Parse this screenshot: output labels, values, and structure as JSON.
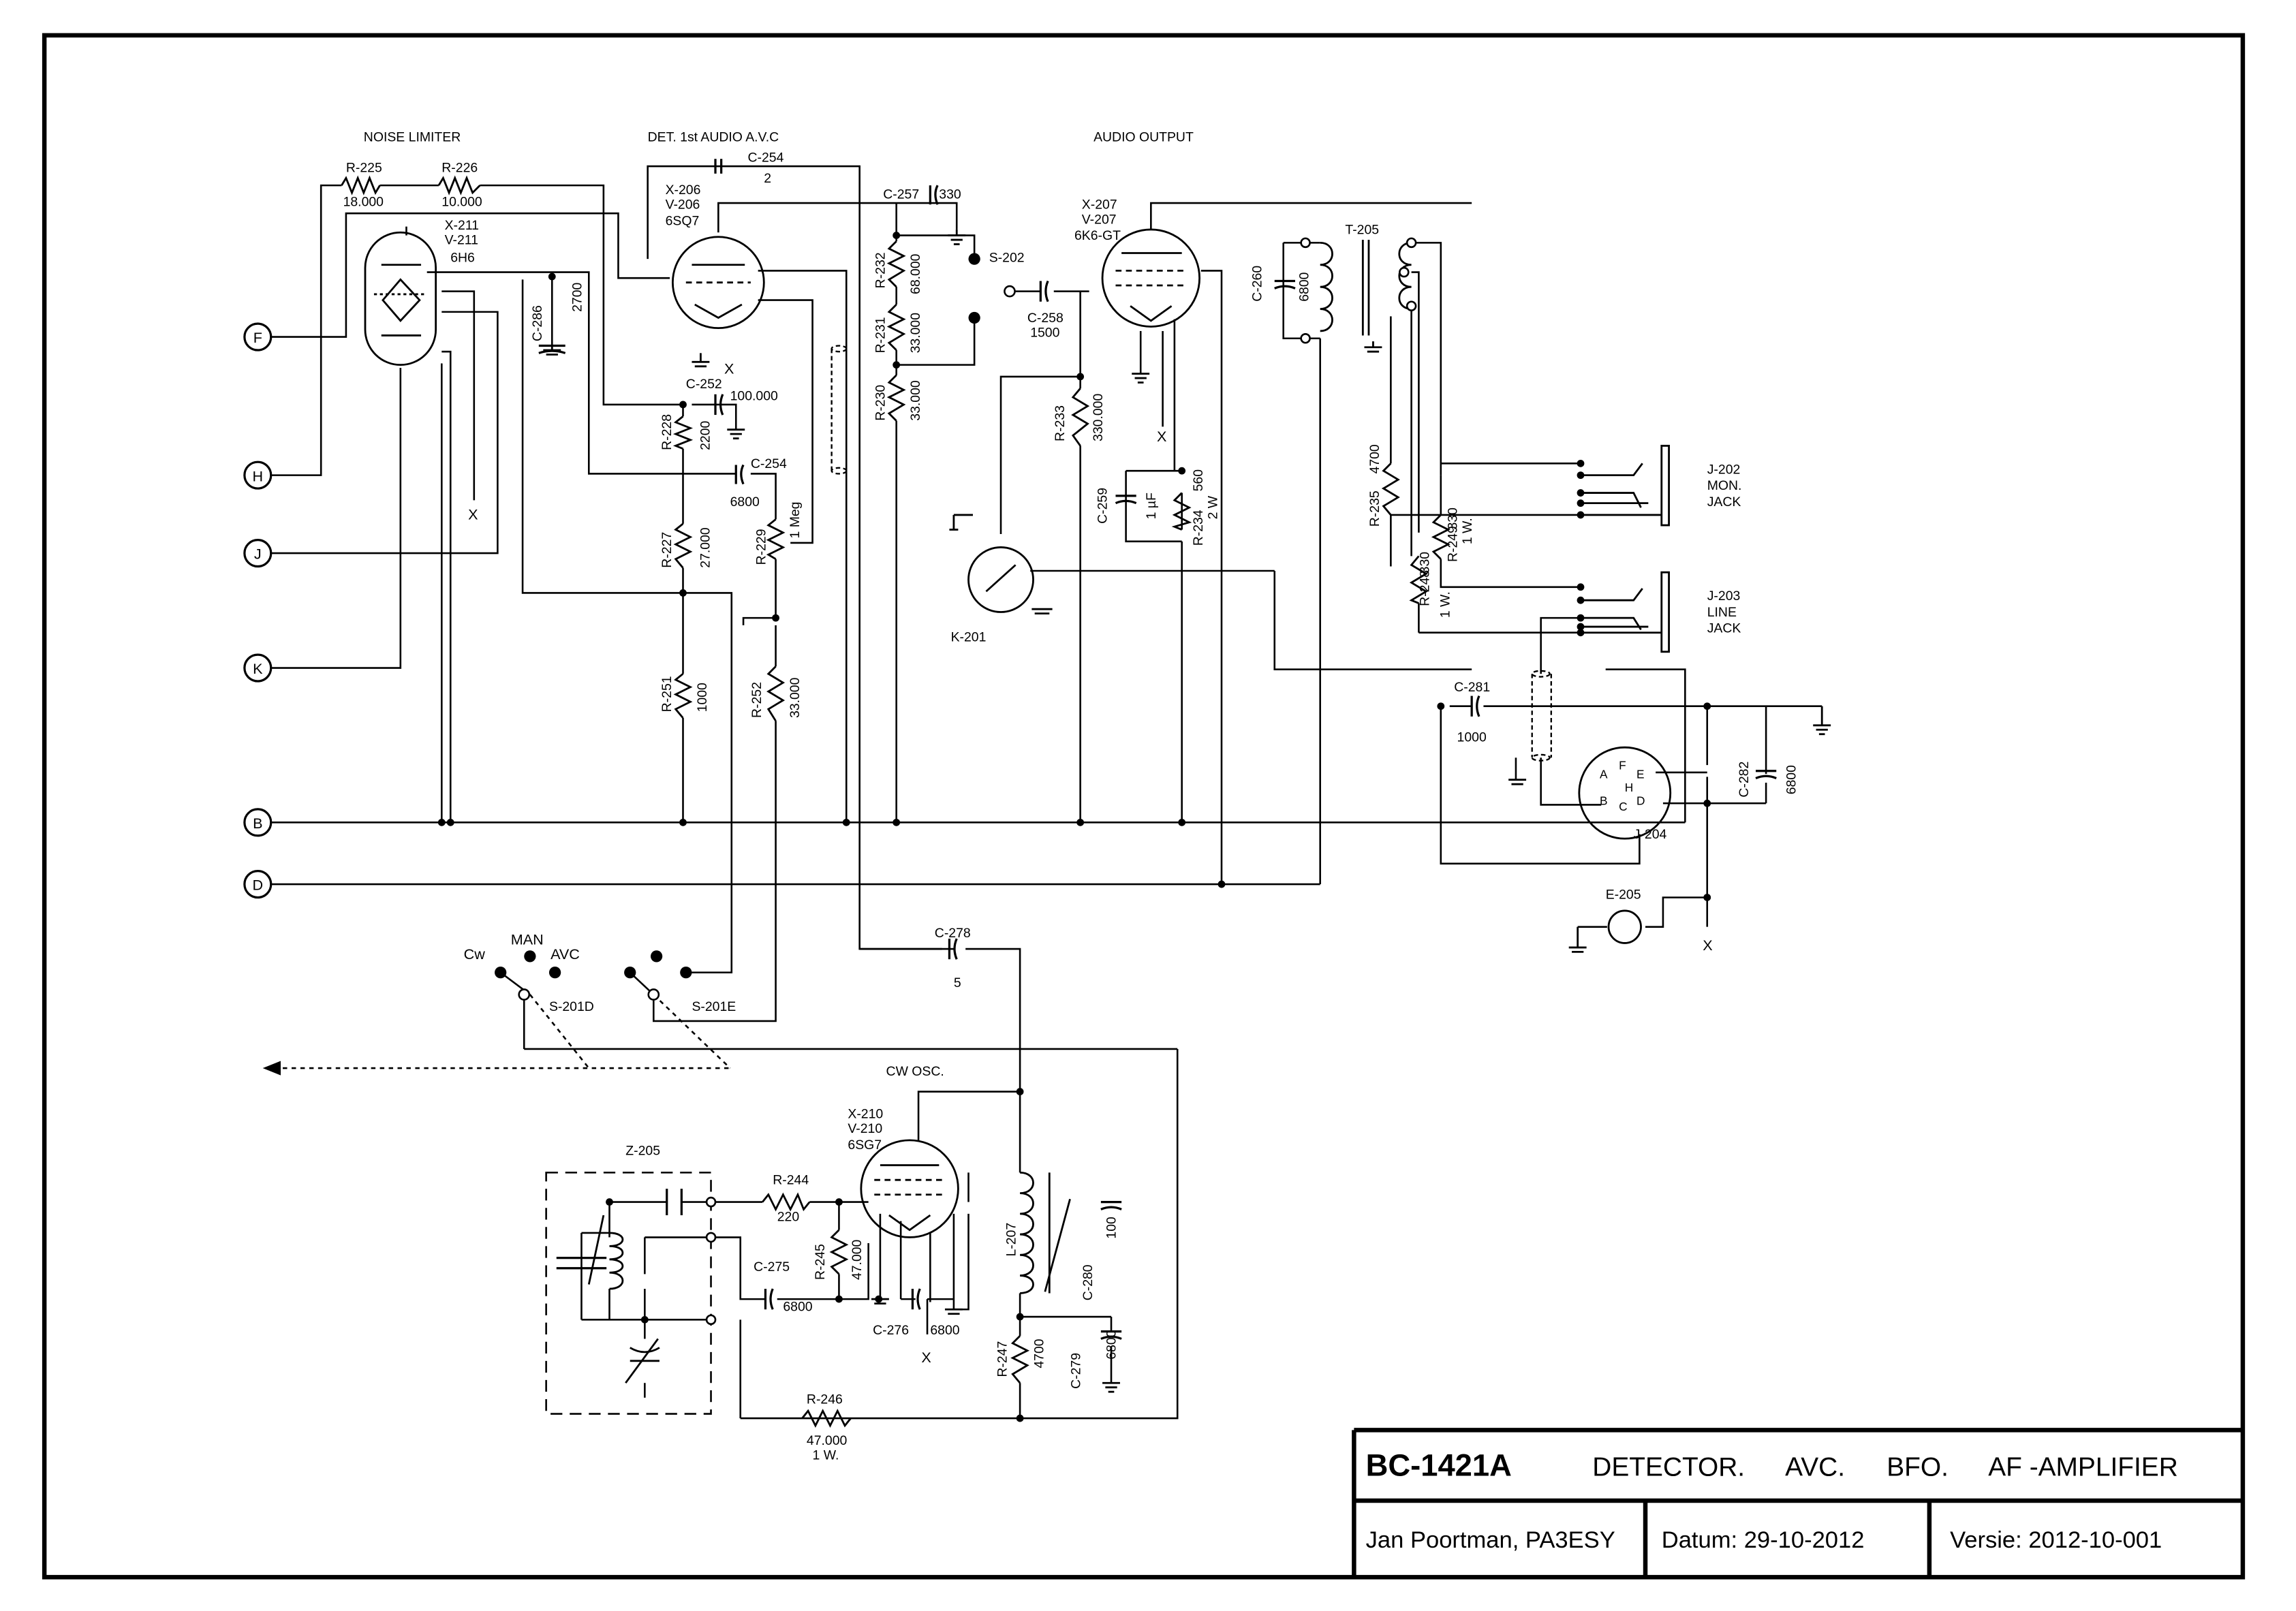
{
  "title_block": {
    "model": "BC-1421A",
    "desc1": "DETECTOR.",
    "desc2": "AVC.",
    "desc3": "BFO.",
    "desc4": "AF -AMPLIFIER",
    "author": "Jan Poortman, PA3ESY",
    "date": "Datum: 29-10-2012",
    "version": "Versie: 2012-10-001"
  },
  "sections": {
    "noise_limiter": "NOISE LIMITER",
    "detector": "DET. 1st AUDIO A.V.C",
    "audio_output": "AUDIO OUTPUT",
    "cw_osc": "CW OSC."
  },
  "connectors": [
    "F",
    "H",
    "J",
    "K",
    "B",
    "D"
  ],
  "labels": {
    "r225": "R-225",
    "r225v": "18.000",
    "r226": "R-226",
    "r226v": "10.000",
    "x211": "X-211",
    "v211": "V-211",
    "t6h6": "6H6",
    "c254a": "C-254",
    "c254av": "2",
    "x206": "X-206",
    "v206": "V-206",
    "t6sq7": "6SQ7",
    "c257": "C-257",
    "c257v": "330",
    "s202": "S-202",
    "x207": "X-207",
    "v207": "V-207",
    "t6k6": "6K6-GT",
    "t205": "T-205",
    "c260": "C-260",
    "c260v": "6800",
    "c286": "C-286",
    "c286v": "2700",
    "c252": "C-252",
    "c252v": "100.000",
    "r228": "R-228",
    "r228v": "2200",
    "c254b": "C-254",
    "c254bv": "6800",
    "r227": "R-227",
    "r227v": "27.000",
    "r229": "R-229",
    "r229v": "1 Meg",
    "r251": "R-251",
    "r251v": "1000",
    "r252": "R-252",
    "r252v": "33.000",
    "r232": "R-232",
    "r232v": "68.000",
    "r231": "R-231",
    "r231v": "33.000",
    "r230": "R-230",
    "r230v": "33.000",
    "c258": "C-258",
    "c258v": "1500",
    "r233": "R-233",
    "r233v": "330.000",
    "c259": "C-259",
    "c259v": "1 µF",
    "r234": "R-234",
    "r234v": "560",
    "r234w": "2 W",
    "k201": "K-201",
    "r235": "R-235",
    "r235v": "4700",
    "r249": "R-249",
    "r249v": "330",
    "r249w": "1 W.",
    "r248": "R-248",
    "r248v": "330",
    "r248w": "1 W.",
    "j202": "J-202",
    "j202a": "MON.",
    "j202b": "JACK",
    "j203": "J-203",
    "j203a": "LINE",
    "j203b": "JACK",
    "c281": "C-281",
    "c281v": "1000",
    "c282": "C-282",
    "c282v": "6800",
    "j204": "J-204",
    "e205": "E-205",
    "c278": "C-278",
    "c278v": "5",
    "cw": "Cw",
    "man": "MAN",
    "avc": "AVC",
    "s201d": "S-201D",
    "s201e": "S-201E",
    "z205": "Z-205",
    "x210": "X-210",
    "v210": "V-210",
    "t6sg7": "6SG7",
    "r244": "R-244",
    "r244v": "220",
    "r245": "R-245",
    "r245v": "47.000",
    "c275": "C-275",
    "c275v": "6800",
    "c276": "C-276",
    "c276v": "6800",
    "l207": "L-207",
    "c280": "C-280",
    "c280v": "100",
    "r247": "R-247",
    "r247v": "4700",
    "c279": "C-279",
    "c279v": "6800",
    "r246": "R-246",
    "r246v": "47.000",
    "r246w": "1 W.",
    "x": "X",
    "pA": "A",
    "pB": "B",
    "pC": "C",
    "pD": "D",
    "pE": "E",
    "pF": "F",
    "pH": "H"
  }
}
